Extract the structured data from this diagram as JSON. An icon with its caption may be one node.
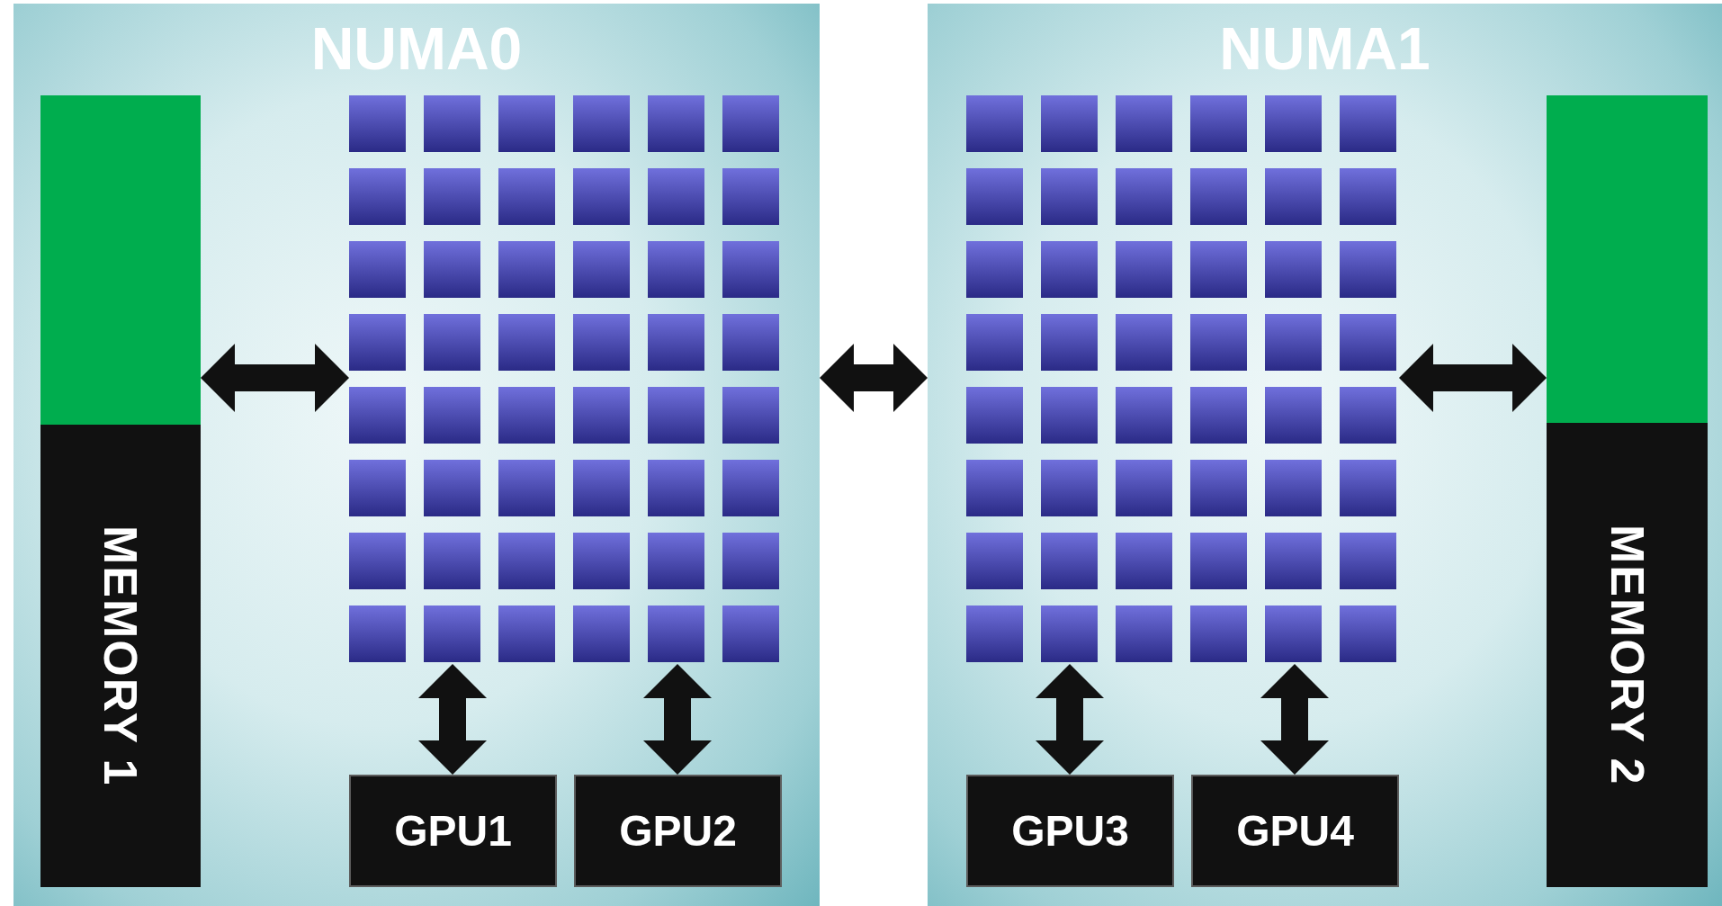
{
  "diagram": {
    "nodes": [
      {
        "text": [
          "NUMA0"
        ]
      },
      {
        "text": [
          "MEMORY 1"
        ],
        "in": 0
      },
      {
        "text": [],
        "shape": "box",
        "in": 0
      },
      {
        "text": [],
        "shape": "box",
        "in": 2
      },
      {
        "text": [],
        "shape": "box",
        "in": 2
      },
      {
        "text": [],
        "shape": "box",
        "in": 2
      },
      {
        "text": [],
        "shape": "box",
        "in": 2
      },
      {
        "text": [],
        "shape": "box",
        "in": 2
      },
      {
        "text": [],
        "shape": "box",
        "in": 2
      },
      {
        "text": [],
        "shape": "box",
        "in": 2
      },
      {
        "text": [],
        "shape": "box",
        "in": 2
      },
      {
        "text": [],
        "shape": "box",
        "in": 2
      },
      {
        "text": [],
        "shape": "box",
        "in": 2
      },
      {
        "text": [],
        "shape": "box",
        "in": 2
      },
      {
        "text": [],
        "shape": "box",
        "in": 2
      },
      {
        "text": [],
        "shape": "box",
        "in": 2
      },
      {
        "text": [],
        "shape": "box",
        "in": 2
      },
      {
        "text": [],
        "shape": "box",
        "in": 2
      },
      {
        "text": [],
        "shape": "box",
        "in": 2
      },
      {
        "text": [],
        "shape": "box",
        "in": 2
      },
      {
        "text": [],
        "shape": "box",
        "in": 2
      },
      {
        "text": [],
        "shape": "box",
        "in": 2
      },
      {
        "text": [],
        "shape": "box",
        "in": 2
      },
      {
        "text": [],
        "shape": "box",
        "in": 2
      },
      {
        "text": [],
        "shape": "box",
        "in": 2
      },
      {
        "text": [],
        "shape": "box",
        "in": 2
      },
      {
        "text": [],
        "shape": "box",
        "in": 2
      },
      {
        "text": [],
        "shape": "box",
        "in": 2
      },
      {
        "text": [],
        "shape": "box",
        "in": 2
      },
      {
        "text": [],
        "shape": "box",
        "in": 2
      },
      {
        "text": [],
        "shape": "box",
        "in": 2
      },
      {
        "text": [],
        "shape": "box",
        "in": 2
      },
      {
        "text": [],
        "shape": "box",
        "in": 2
      },
      {
        "text": [],
        "shape": "box",
        "in": 2
      },
      {
        "text": [],
        "shape": "box",
        "in": 2
      },
      {
        "text": [],
        "shape": "box",
        "in": 2
      },
      {
        "text": [],
        "shape": "box",
        "in": 2
      },
      {
        "text": [],
        "shape": "box",
        "in": 2
      },
      {
        "text": [],
        "shape": "box",
        "in": 2
      },
      {
        "text": [],
        "shape": "box",
        "in": 2
      },
      {
        "text": [],
        "shape": "box",
        "in": 2
      },
      {
        "text": [],
        "shape": "box",
        "in": 2
      },
      {
        "text": [],
        "shape": "box",
        "in": 2
      },
      {
        "text": [],
        "shape": "box",
        "in": 2
      },
      {
        "text": [],
        "shape": "box",
        "in": 2
      },
      {
        "text": [],
        "shape": "box",
        "in": 2
      },
      {
        "text": [],
        "shape": "box",
        "in": 2
      },
      {
        "text": [],
        "shape": "box",
        "in": 2
      },
      {
        "text": [],
        "shape": "box",
        "in": 2
      },
      {
        "text": [],
        "shape": "box",
        "in": 2
      },
      {
        "text": [],
        "shape": "box",
        "in": 2
      },
      {
        "text": [
          "GPU1"
        ],
        "in": 0
      },
      {
        "text": [
          "GPU2"
        ],
        "in": 0
      },
      {
        "text": [
          "NUMA1"
        ]
      },
      {
        "text": [],
        "shape": "box",
        "in": 53
      },
      {
        "text": [],
        "shape": "box",
        "in": 54
      },
      {
        "text": [],
        "shape": "box",
        "in": 54
      },
      {
        "text": [],
        "shape": "box",
        "in": 54
      },
      {
        "text": [],
        "shape": "box",
        "in": 54
      },
      {
        "text": [],
        "shape": "box",
        "in": 54
      },
      {
        "text": [],
        "shape": "box",
        "in": 54
      },
      {
        "text": [],
        "shape": "box",
        "in": 54
      },
      {
        "text": [],
        "shape": "box",
        "in": 54
      },
      {
        "text": [],
        "shape": "box",
        "in": 54
      },
      {
        "text": [],
        "shape": "box",
        "in": 54
      },
      {
        "text": [],
        "shape": "box",
        "in": 54
      },
      {
        "text": [],
        "shape": "box",
        "in": 54
      },
      {
        "text": [],
        "shape": "box",
        "in": 54
      },
      {
        "text": [],
        "shape": "box",
        "in": 54
      },
      {
        "text": [],
        "shape": "box",
        "in": 54
      },
      {
        "text": [],
        "shape": "box",
        "in": 54
      },
      {
        "text": [],
        "shape": "box",
        "in": 54
      },
      {
        "text": [],
        "shape": "box",
        "in": 54
      },
      {
        "text": [],
        "shape": "box",
        "in": 54
      },
      {
        "text": [],
        "shape": "box",
        "in": 54
      },
      {
        "text": [],
        "shape": "box",
        "in": 54
      },
      {
        "text": [],
        "shape": "box",
        "in": 54
      },
      {
        "text": [],
        "shape": "box",
        "in": 54
      },
      {
        "text": [],
        "shape": "box",
        "in": 54
      },
      {
        "text": [],
        "shape": "box",
        "in": 54
      },
      {
        "text": [],
        "shape": "box",
        "in": 54
      },
      {
        "text": [],
        "shape": "box",
        "in": 54
      },
      {
        "text": [],
        "shape": "box",
        "in": 54
      },
      {
        "text": [],
        "shape": "box",
        "in": 54
      },
      {
        "text": [],
        "shape": "box",
        "in": 54
      },
      {
        "text": [],
        "shape": "box",
        "in": 54
      },
      {
        "text": [],
        "shape": "box",
        "in": 54
      },
      {
        "text": [],
        "shape": "box",
        "in": 54
      },
      {
        "text": [],
        "shape": "box",
        "in": 54
      },
      {
        "text": [],
        "shape": "box",
        "in": 54
      },
      {
        "text": [],
        "shape": "box",
        "in": 54
      },
      {
        "text": [],
        "shape": "box",
        "in": 54
      },
      {
        "text": [],
        "shape": "box",
        "in": 54
      },
      {
        "text": [],
        "shape": "box",
        "in": 54
      },
      {
        "text": [],
        "shape": "box",
        "in": 54
      },
      {
        "text": [],
        "shape": "box",
        "in": 54
      },
      {
        "text": [],
        "shape": "box",
        "in": 54
      },
      {
        "text": [],
        "shape": "box",
        "in": 54
      },
      {
        "text": [],
        "shape": "box",
        "in": 54
      },
      {
        "text": [],
        "shape": "box",
        "in": 54
      },
      {
        "text": [],
        "shape": "box",
        "in": 54
      },
      {
        "text": [],
        "shape": "box",
        "in": 54
      },
      {
        "text": [],
        "shape": "box",
        "in": 54
      },
      {
        "text": [
          "GPU3"
        ],
        "in": 53
      },
      {
        "text": [
          "GPU4"
        ],
        "in": 53
      },
      {
        "text": [
          "MEMORY 2"
        ],
        "in": 53
      }
    ],
    "edges": [
      {
        "from": 1,
        "to": 2,
        "arrow": "both"
      },
      {
        "from": 2,
        "to": 51,
        "arrow": "both"
      },
      {
        "from": 2,
        "to": 52,
        "arrow": "both"
      },
      {
        "from": 0,
        "to": 53,
        "arrow": "both"
      },
      {
        "from": 54,
        "to": 103,
        "arrow": "both"
      },
      {
        "from": 54,
        "to": 104,
        "arrow": "both"
      },
      {
        "from": 54,
        "to": 105,
        "arrow": "both"
      }
    ]
  }
}
